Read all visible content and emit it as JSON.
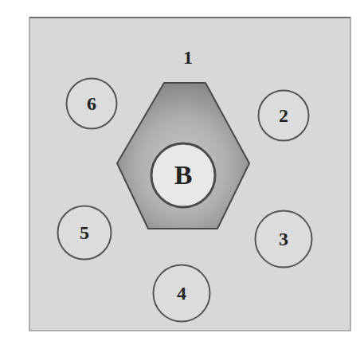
{
  "diagram": {
    "nodes": [
      {
        "text": [
          "6"
        ]
      },
      {
        "text": [
          "2"
        ]
      },
      {
        "text": [
          "B"
        ]
      },
      {
        "text": [
          "5"
        ]
      },
      {
        "text": [
          "3"
        ]
      },
      {
        "text": [
          "4"
        ]
      }
    ],
    "labels": [
      "1"
    ]
  }
}
